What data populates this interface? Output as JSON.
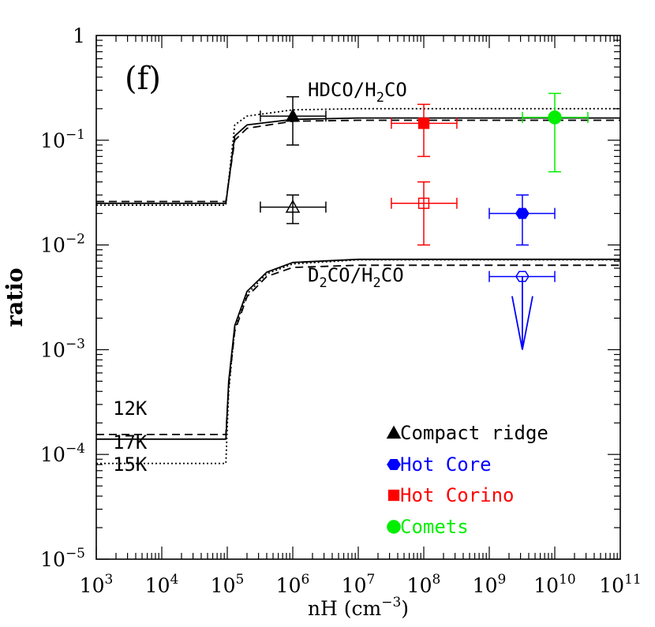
{
  "chart_data": {
    "type": "scatter",
    "panel_label": "(f)",
    "xlabel_base": "nH (cm",
    "xlabel_exp": "−3",
    "xlabel_tail": ")",
    "ylabel": "ratio",
    "xscale": "log",
    "yscale": "log",
    "xlim": [
      1000.0,
      100000000000.0
    ],
    "ylim": [
      1e-05,
      1
    ],
    "x_ticks": [
      {
        "base": "10",
        "exp": "3",
        "value": 1000.0
      },
      {
        "base": "10",
        "exp": "4",
        "value": 10000.0
      },
      {
        "base": "10",
        "exp": "5",
        "value": 100000.0
      },
      {
        "base": "10",
        "exp": "6",
        "value": 1000000.0
      },
      {
        "base": "10",
        "exp": "7",
        "value": 10000000.0
      },
      {
        "base": "10",
        "exp": "8",
        "value": 100000000.0
      },
      {
        "base": "10",
        "exp": "9",
        "value": 1000000000.0
      },
      {
        "base": "10",
        "exp": "10",
        "value": 10000000000.0
      },
      {
        "base": "10",
        "exp": "11",
        "value": 100000000000.0
      }
    ],
    "y_ticks": [
      {
        "base": "1",
        "exp": "",
        "value": 1
      },
      {
        "base": "10",
        "exp": "−1",
        "value": 0.1
      },
      {
        "base": "10",
        "exp": "−2",
        "value": 0.01
      },
      {
        "base": "10",
        "exp": "−3",
        "value": 0.001
      },
      {
        "base": "10",
        "exp": "−4",
        "value": 0.0001
      },
      {
        "base": "10",
        "exp": "−5",
        "value": 1e-05
      }
    ],
    "curve_labels": {
      "hdco_base": "HDCO/H",
      "hdco_sub": "2",
      "hdco_tail": "CO",
      "d2co_a": "D",
      "d2co_sub1": "2",
      "d2co_b": "CO/H",
      "d2co_sub2": "2",
      "d2co_c": "CO"
    },
    "temperature_labels": [
      "12K",
      "17K",
      "15K"
    ],
    "model_curves": [
      {
        "temperature": "17K",
        "style": "solid",
        "group": "HDCO/H2CO",
        "points": [
          [
            1000.0,
            0.025
          ],
          [
            95000.0,
            0.025
          ],
          [
            130000.0,
            0.11
          ],
          [
            200000.0,
            0.14
          ],
          [
            1000000.0,
            0.158
          ],
          [
            10000000.0,
            0.163
          ],
          [
            100000000000.0,
            0.163
          ]
        ]
      },
      {
        "temperature": "12K",
        "style": "dashed",
        "group": "HDCO/H2CO",
        "points": [
          [
            1000.0,
            0.026
          ],
          [
            95000.0,
            0.026
          ],
          [
            130000.0,
            0.1
          ],
          [
            200000.0,
            0.13
          ],
          [
            1000000.0,
            0.152
          ],
          [
            10000000.0,
            0.155
          ],
          [
            100000000000.0,
            0.155
          ]
        ]
      },
      {
        "temperature": "15K",
        "style": "dotted",
        "group": "HDCO/H2CO",
        "points": [
          [
            1000.0,
            0.024
          ],
          [
            95000.0,
            0.024
          ],
          [
            130000.0,
            0.14
          ],
          [
            200000.0,
            0.17
          ],
          [
            1000000.0,
            0.195
          ],
          [
            10000000.0,
            0.2
          ],
          [
            100000000000.0,
            0.2
          ]
        ]
      },
      {
        "temperature": "17K",
        "style": "solid",
        "group": "D2CO/H2CO",
        "points": [
          [
            1000.0,
            0.00014
          ],
          [
            95000.0,
            0.00014
          ],
          [
            105000.0,
            0.0005
          ],
          [
            130000.0,
            0.0017
          ],
          [
            200000.0,
            0.0036
          ],
          [
            400000.0,
            0.0055
          ],
          [
            1000000.0,
            0.0068
          ],
          [
            10000000.0,
            0.0073
          ],
          [
            100000000000.0,
            0.0073
          ]
        ]
      },
      {
        "temperature": "12K",
        "style": "dashed",
        "group": "D2CO/H2CO",
        "points": [
          [
            1000.0,
            0.000155
          ],
          [
            95000.0,
            0.000155
          ],
          [
            105000.0,
            0.00045
          ],
          [
            130000.0,
            0.0015
          ],
          [
            200000.0,
            0.0032
          ],
          [
            400000.0,
            0.005
          ],
          [
            1000000.0,
            0.0061
          ],
          [
            10000000.0,
            0.0064
          ],
          [
            100000000000.0,
            0.0064
          ]
        ]
      },
      {
        "temperature": "15K",
        "style": "dotted",
        "group": "D2CO/H2CO",
        "points": [
          [
            1000.0,
            8.2e-05
          ],
          [
            95000.0,
            8.2e-05
          ],
          [
            105000.0,
            0.0004
          ],
          [
            130000.0,
            0.0016
          ],
          [
            200000.0,
            0.0034
          ],
          [
            400000.0,
            0.0053
          ],
          [
            1000000.0,
            0.0066
          ],
          [
            10000000.0,
            0.0072
          ],
          [
            100000000000.0,
            0.0072
          ]
        ]
      }
    ],
    "observations": [
      {
        "source": "Compact ridge",
        "ratio": "HDCO/H2CO",
        "marker": "triangle",
        "filled": true,
        "color": "#000000",
        "x": 1000000.0,
        "y": 0.17,
        "xerr": [
          320000.0,
          3200000.0
        ],
        "yerr": [
          0.09,
          0.26
        ]
      },
      {
        "source": "Compact ridge",
        "ratio": "D2CO/H2CO",
        "marker": "triangle",
        "filled": false,
        "color": "#000000",
        "x": 1000000.0,
        "y": 0.023,
        "xerr": [
          320000.0,
          3200000.0
        ],
        "yerr": [
          0.016,
          0.03
        ]
      },
      {
        "source": "Hot Corino",
        "ratio": "HDCO/H2CO",
        "marker": "square",
        "filled": true,
        "color": "#ff0000",
        "x": 100000000.0,
        "y": 0.145,
        "xerr": [
          32000000.0,
          320000000.0
        ],
        "yerr": [
          0.07,
          0.22
        ]
      },
      {
        "source": "Hot Corino",
        "ratio": "D2CO/H2CO",
        "marker": "square",
        "filled": false,
        "color": "#ff0000",
        "x": 100000000.0,
        "y": 0.025,
        "xerr": [
          32000000.0,
          320000000.0
        ],
        "yerr": [
          0.01,
          0.04
        ]
      },
      {
        "source": "Hot Core",
        "ratio": "HDCO/H2CO",
        "marker": "hexagon",
        "filled": true,
        "color": "#0000ff",
        "x": 3200000000.0,
        "y": 0.02,
        "xerr": [
          1000000000.0,
          10000000000.0
        ],
        "yerr": [
          0.01,
          0.03
        ]
      },
      {
        "source": "Hot Core",
        "ratio": "D2CO/H2CO",
        "marker": "hexagon",
        "filled": false,
        "color": "#0000ff",
        "x": 3200000000.0,
        "y": 0.005,
        "xerr": [
          1000000000.0,
          10000000000.0
        ],
        "upper_limit": true,
        "arrow_to": 0.001
      },
      {
        "source": "Comets",
        "ratio": "HDCO/H2CO",
        "marker": "circle",
        "filled": true,
        "color": "#00ee00",
        "x": 10000000000.0,
        "y": 0.165,
        "xerr": [
          3200000000.0,
          32000000000.0
        ],
        "yerr": [
          0.05,
          0.28
        ]
      }
    ],
    "legend": {
      "placement": "bottom-right",
      "entries": [
        {
          "label": "Compact ridge",
          "marker": "triangle",
          "color": "#000000"
        },
        {
          "label": "Hot Core",
          "marker": "hexagon",
          "color": "#0000ff"
        },
        {
          "label": "Hot Corino",
          "marker": "square",
          "color": "#ff0000"
        },
        {
          "label": "Comets",
          "marker": "circle",
          "color": "#00ee00"
        }
      ]
    },
    "grid": false
  }
}
